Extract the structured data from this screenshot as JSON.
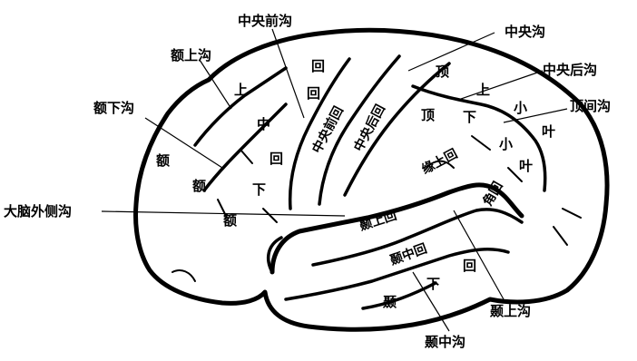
{
  "diagram": {
    "labels": {
      "central_anterior_sulcus": "中央前沟",
      "central_sulcus": "中央沟",
      "post_central_sulcus": "中央后沟",
      "intraparietal_sulcus": "顶间沟",
      "superior_frontal_sulcus": "额上沟",
      "inferior_frontal_sulcus": "额下沟",
      "lateral_sulcus": "大脑外侧沟",
      "superior_temporal_sulcus": "颞上沟",
      "middle_temporal_sulcus": "颞中沟"
    },
    "regions": {
      "precentral_gyrus": "中央前回",
      "postcentral_gyrus": "中央后回",
      "supramarginal_gyrus": "缘上回",
      "angular_gyrus": "角回",
      "superior_temporal_gyrus": "颞上回",
      "middle_temporal_gyrus": "颞中回"
    },
    "glyphs": {
      "e": "额",
      "shang": "上",
      "zhong": "中",
      "xia": "下",
      "hui": "回",
      "ding": "顶",
      "xiao": "小",
      "ye": "叶",
      "nie": "颞"
    }
  }
}
